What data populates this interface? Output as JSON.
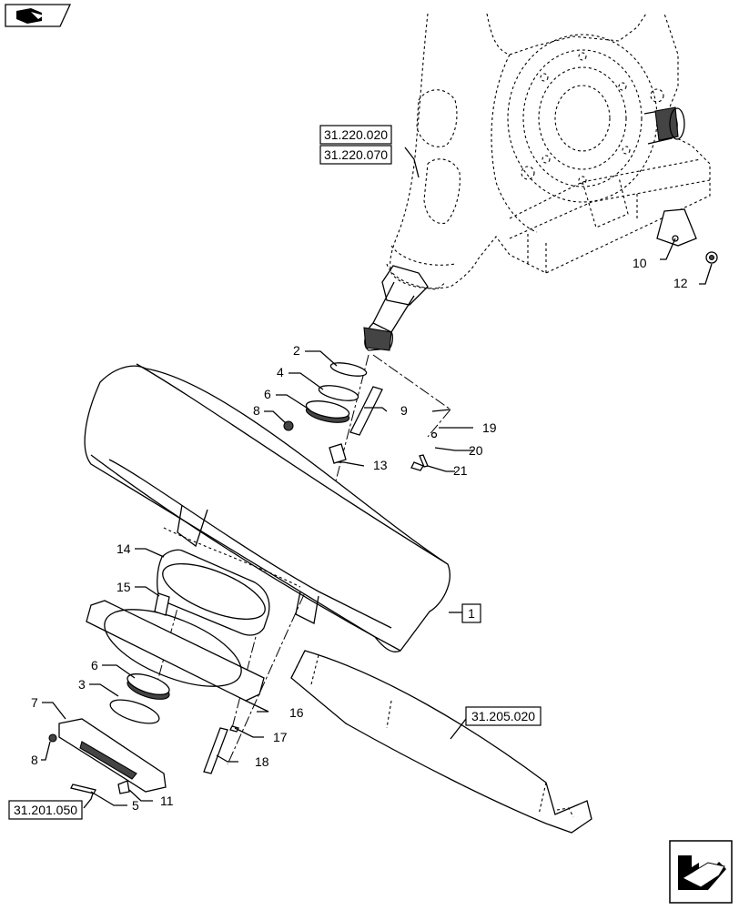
{
  "references": {
    "ref_top_1": "31.220.020",
    "ref_top_2": "31.220.070",
    "ref_belt": "31.205.020",
    "ref_bottom": "31.201.050",
    "main_item": "1"
  },
  "callouts": {
    "c2": "2",
    "c4": "4",
    "c6a": "6",
    "c8a": "8",
    "c9": "9",
    "c10": "10",
    "c12": "12",
    "c13": "13",
    "c19": "19",
    "c20": "20",
    "c21": "21",
    "c14": "14",
    "c15": "15",
    "c6b": "6",
    "c3": "3",
    "c7": "7",
    "c8b": "8",
    "c5": "5",
    "c11": "11",
    "c16": "16",
    "c17": "17",
    "c18": "18"
  },
  "icons": {
    "top_left": "book-nav-icon",
    "bottom_right": "next-page-arrow-icon"
  }
}
